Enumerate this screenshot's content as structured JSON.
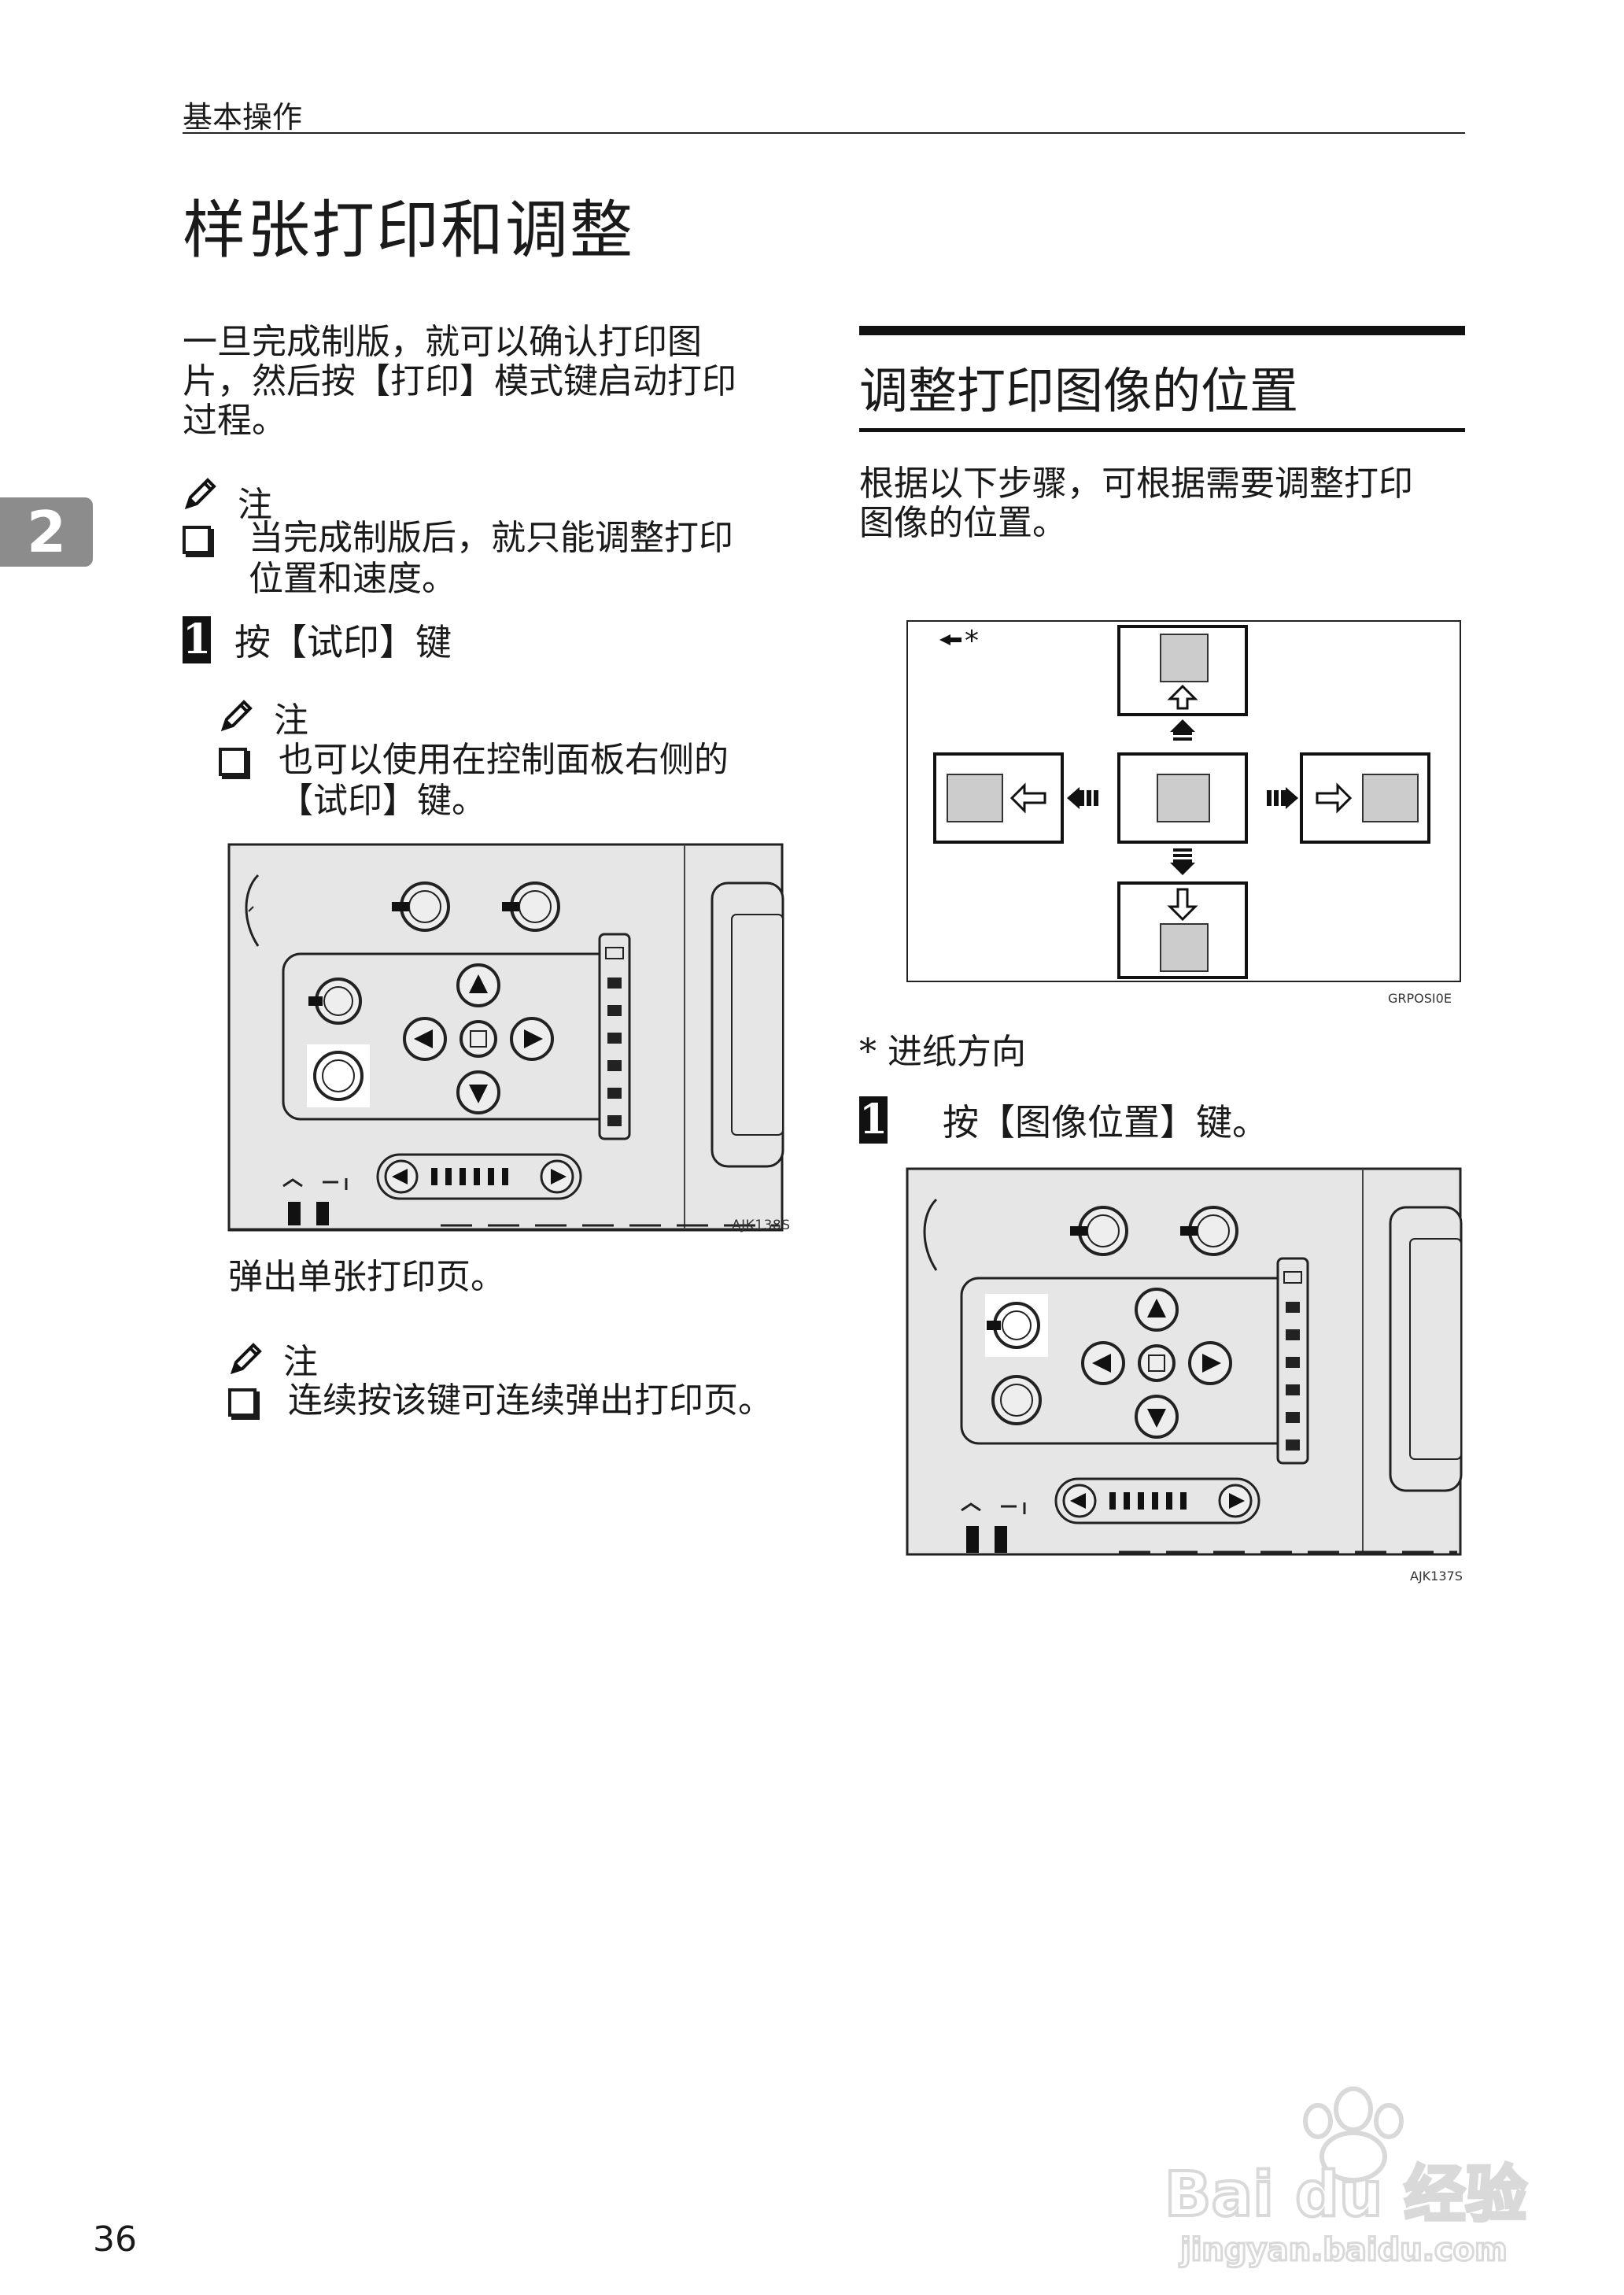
{
  "header": {
    "section_label": "基本操作"
  },
  "page_title": "样张打印和调整",
  "chapter_tab": "2",
  "left": {
    "intro_lines": [
      "一旦完成制版，就可以确认打印图",
      "片，然后按【打印】模式键启动打印",
      "过程。"
    ],
    "note1": {
      "label": "注",
      "lines": [
        "当完成制版后，就只能调整打印",
        "位置和速度。"
      ]
    },
    "step1": {
      "number": "1",
      "text": "按【试印】键"
    },
    "note2": {
      "label": "注",
      "lines": [
        "也可以使用在控制面板右侧的",
        "【试印】键。"
      ]
    },
    "figure1": {
      "code": "AJK138S"
    },
    "result_text": "弹出单张打印页。",
    "note3": {
      "label": "注",
      "lines": [
        "连续按该键可连续弹出打印页。"
      ]
    }
  },
  "right": {
    "section_title": "调整打印图像的位置",
    "intro_lines": [
      "根据以下步骤，可根据需要调整打印",
      "图像的位置。"
    ],
    "diagram": {
      "direction_marker": "*",
      "code": "GRPOSI0E"
    },
    "footnote": "*  进纸方向",
    "step1": {
      "number": "1",
      "text": "按【图像位置】键。"
    },
    "figure2": {
      "code": "AJK137S"
    }
  },
  "page_number": "36",
  "watermark": {
    "text_main": "Bai du 经验",
    "text_url": "jingyan.baidu.com"
  }
}
